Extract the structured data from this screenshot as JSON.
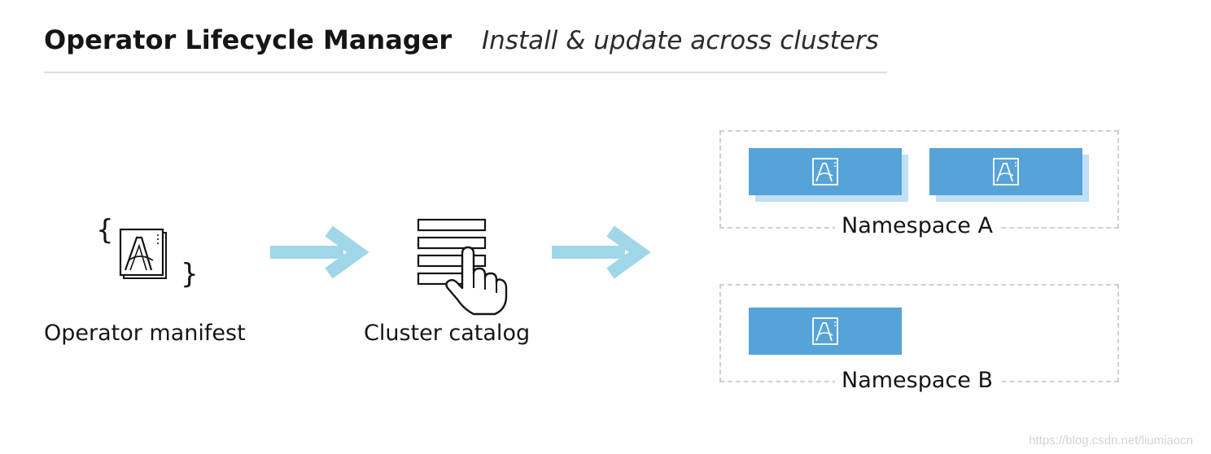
{
  "header": {
    "title": "Operator Lifecycle Manager",
    "subtitle": "Install & update across clusters"
  },
  "nodes": {
    "manifest_label": "Operator manifest",
    "catalog_label": "Cluster catalog"
  },
  "namespaces": [
    {
      "label": "Namespace A",
      "operators": 2
    },
    {
      "label": "Namespace B",
      "operators": 1
    }
  ],
  "watermark": "https://blog.csdn.net/liumiaocn",
  "colors": {
    "arrow": "#9fd7e8",
    "operator_tile": "#55a3d8",
    "operator_tile_shadow": "#bfe0f5",
    "dashed_border": "#cfcfcf",
    "text": "#151515"
  },
  "icons": {
    "manifest": "operator-document-icon",
    "catalog": "catalog-list-with-pointer-hand-icon",
    "operator": "operator-icon"
  }
}
